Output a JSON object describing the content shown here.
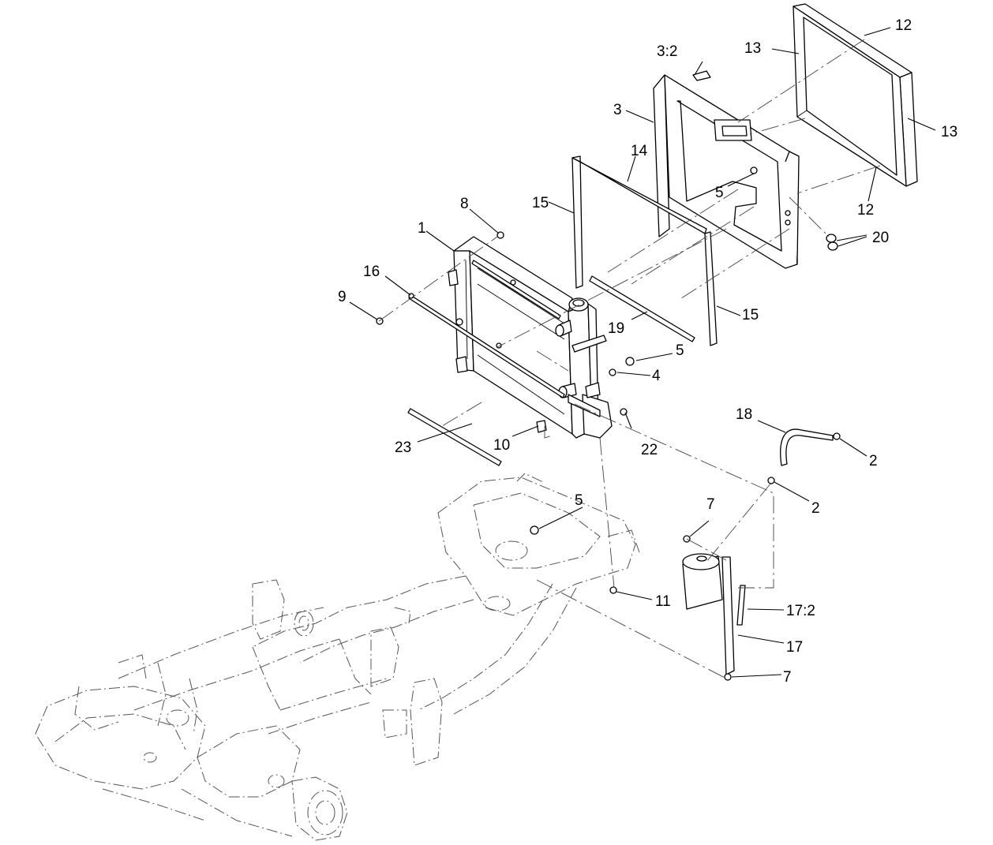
{
  "callouts": {
    "c1": "1",
    "c2a": "2",
    "c2b": "2",
    "c3": "3",
    "c3_2": "3:2",
    "c4": "4",
    "c5a": "5",
    "c5b": "5",
    "c5c": "5",
    "c7a": "7",
    "c7b": "7",
    "c8": "8",
    "c9": "9",
    "c10": "10",
    "c11": "11",
    "c12a": "12",
    "c12b": "12",
    "c13a": "13",
    "c13b": "13",
    "c14": "14",
    "c15a": "15",
    "c15b": "15",
    "c16": "16",
    "c17": "17",
    "c17_2": "17:2",
    "c18": "18",
    "c19": "19",
    "c20": "20",
    "c22": "22",
    "c23": "23"
  }
}
